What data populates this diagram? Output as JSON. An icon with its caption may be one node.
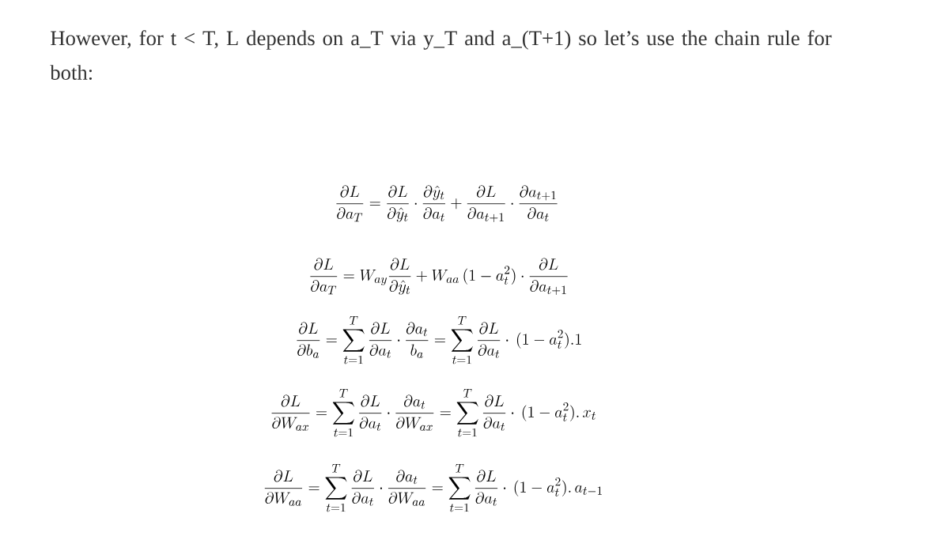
{
  "diagram": {
    "labels": [
      "However, for t < T, L depends on a_T via y_T and a_(T+1) so let’s use the chain rule for both:",
      "\\frac{\\partial L}{\\partial a_T}=\\frac{\\partial L}{\\partial \\hat{y}_t}\\cdot\\frac{\\partial \\hat{y}_t}{\\partial a_t}+\\frac{\\partial L}{\\partial a_{t+1}}\\cdot\\frac{\\partial a_{t+1}}{\\partial a_t}",
      "\\frac{\\partial L}{\\partial a_T}=W_{ay}\\frac{\\partial L}{\\partial \\hat{y}_t}+W_{aa}\\,(1-a_t^2)\\cdot\\frac{\\partial L}{\\partial a_{t+1}}",
      "\\frac{\\partial L}{\\partial b_a}=\\sum_{t=1}^{T}\\frac{\\partial L}{\\partial a_t}\\cdot\\frac{\\partial a_t}{b_a}=\\sum_{t=1}^{T}\\frac{\\partial L}{\\partial a_t}\\cdot\\,(1-a_t^2).1",
      "\\frac{\\partial L}{\\partial W_{ax}}=\\sum_{t=1}^{T}\\frac{\\partial L}{\\partial a_t}\\cdot\\frac{\\partial a_t}{\\partial W_{ax}}=\\sum_{t=1}^{T}\\frac{\\partial L}{\\partial a_t}\\cdot\\,(1-a_t^2).\\,x_t",
      "\\frac{\\partial L}{\\partial W_{aa}}=\\sum_{t=1}^{T}\\frac{\\partial L}{\\partial a_t}\\cdot\\frac{\\partial a_t}{\\partial W_{aa}}=\\sum_{t=1}^{T}\\frac{\\partial L}{\\partial a_t}\\cdot\\,(1-a_t^2).\\,a_{t-1}"
    ]
  }
}
